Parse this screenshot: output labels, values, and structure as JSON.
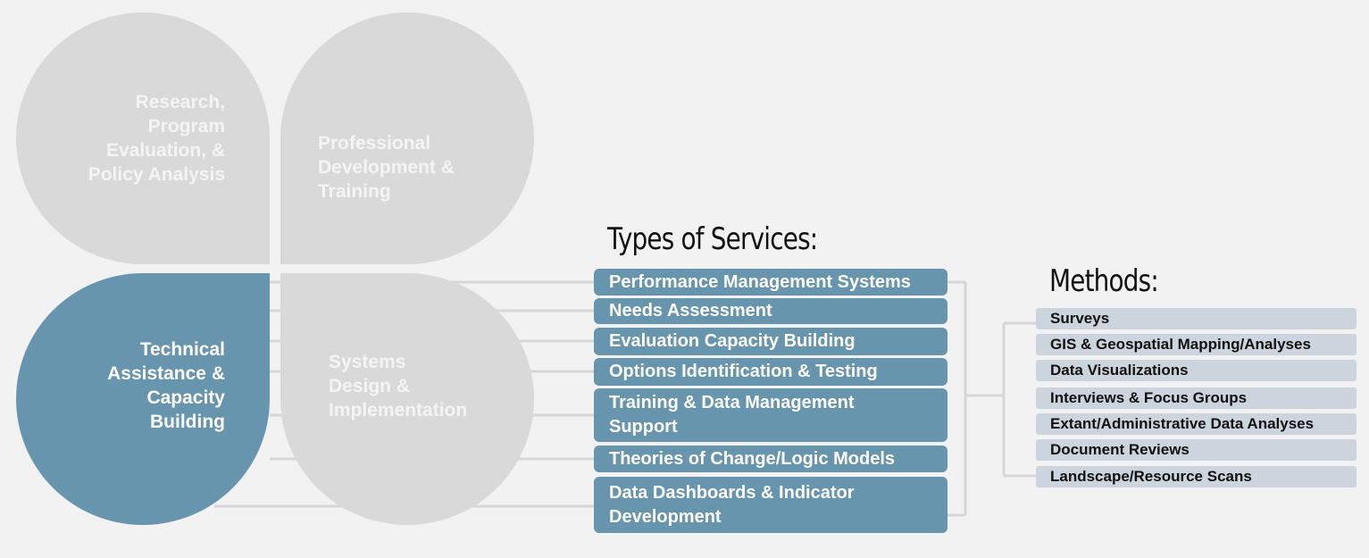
{
  "petals": {
    "research": [
      "Research,",
      "Program",
      "Evaluation, &",
      "Policy Analysis"
    ],
    "professional": [
      "Professional",
      "Development &",
      "Training"
    ],
    "technical": [
      "Technical",
      "Assistance &",
      "Capacity",
      "Building"
    ],
    "systems": [
      "Systems",
      "Design &",
      "Implementation"
    ]
  },
  "services_heading": "Types of Services:",
  "services": [
    [
      "Performance Management Systems"
    ],
    [
      "Needs Assessment"
    ],
    [
      "Evaluation Capacity Building"
    ],
    [
      "Options Identification & Testing"
    ],
    [
      "Training & Data Management",
      "Support"
    ],
    [
      "Theories of Change/Logic Models"
    ],
    [
      "Data Dashboards & Indicator",
      "Development"
    ]
  ],
  "methods_heading": "Methods:",
  "methods": [
    "Surveys",
    "GIS & Geospatial Mapping/Analyses",
    "Data Visualizations",
    "Interviews & Focus Groups",
    "Extant/Administrative Data Analyses",
    "Document Reviews",
    "Landscape/Resource Scans"
  ],
  "colors": {
    "active_petal": "#6795ad",
    "inactive_petal": "#d9d9d9",
    "service_box": "#6795ad",
    "method_box": "#ccd4dd",
    "connector": "#d6d6d6"
  }
}
